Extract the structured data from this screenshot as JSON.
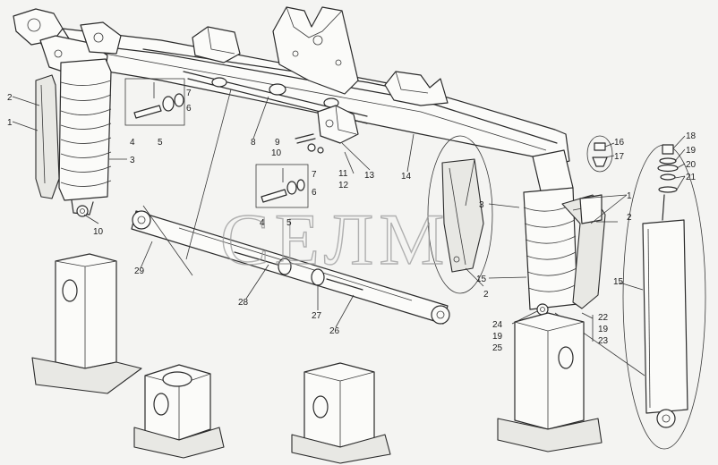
{
  "watermark": "СЕЛМ",
  "callouts": [
    "1",
    "2",
    "3",
    "4",
    "5",
    "6",
    "7",
    "8",
    "9",
    "10",
    "11",
    "12",
    "13",
    "14",
    "15",
    "16",
    "17",
    "18",
    "19",
    "20",
    "21",
    "22",
    "23",
    "24",
    "25",
    "26",
    "27",
    "28",
    "29"
  ]
}
